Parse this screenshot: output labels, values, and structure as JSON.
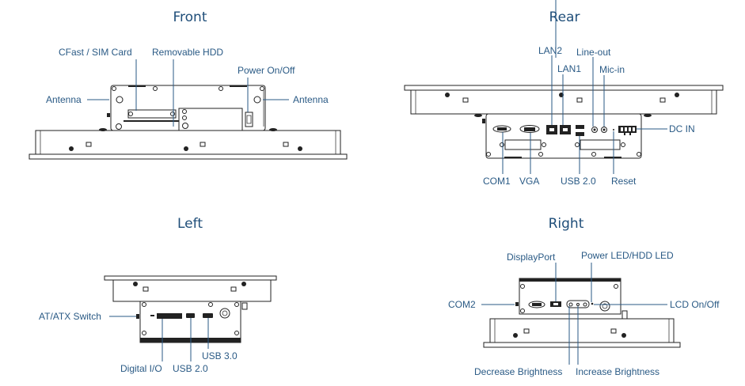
{
  "views": {
    "front": {
      "title": "Front",
      "labels": {
        "cfast_sim": "CFast / SIM Card",
        "removable_hdd": "Removable HDD",
        "power_onoff": "Power On/Off",
        "antenna_left": "Antenna",
        "antenna_right": "Antenna"
      }
    },
    "rear": {
      "title": "Rear",
      "labels": {
        "lan2": "LAN2",
        "lan1": "LAN1",
        "line_out": "Line-out",
        "mic_in": "Mic-in",
        "dc_in": "DC IN",
        "com1": "COM1",
        "vga": "VGA",
        "usb20": "USB 2.0",
        "reset": "Reset"
      }
    },
    "left": {
      "title": "Left",
      "labels": {
        "at_atx": "AT/ATX Switch",
        "digital_io": "Digital I/O",
        "usb20": "USB 2.0",
        "usb30": "USB 3.0"
      }
    },
    "right": {
      "title": "Right",
      "labels": {
        "displayport": "DisplayPort",
        "power_hdd_led": "Power LED/HDD LED",
        "com2": "COM2",
        "lcd_onoff": "LCD On/Off",
        "decrease_brightness": "Decrease Brightness",
        "increase_brightness": "Increase Brightness"
      }
    }
  },
  "colors": {
    "title": "#1f4e79",
    "label": "#2a5a85",
    "line": "#2a5a85",
    "drawing": "#222222"
  }
}
